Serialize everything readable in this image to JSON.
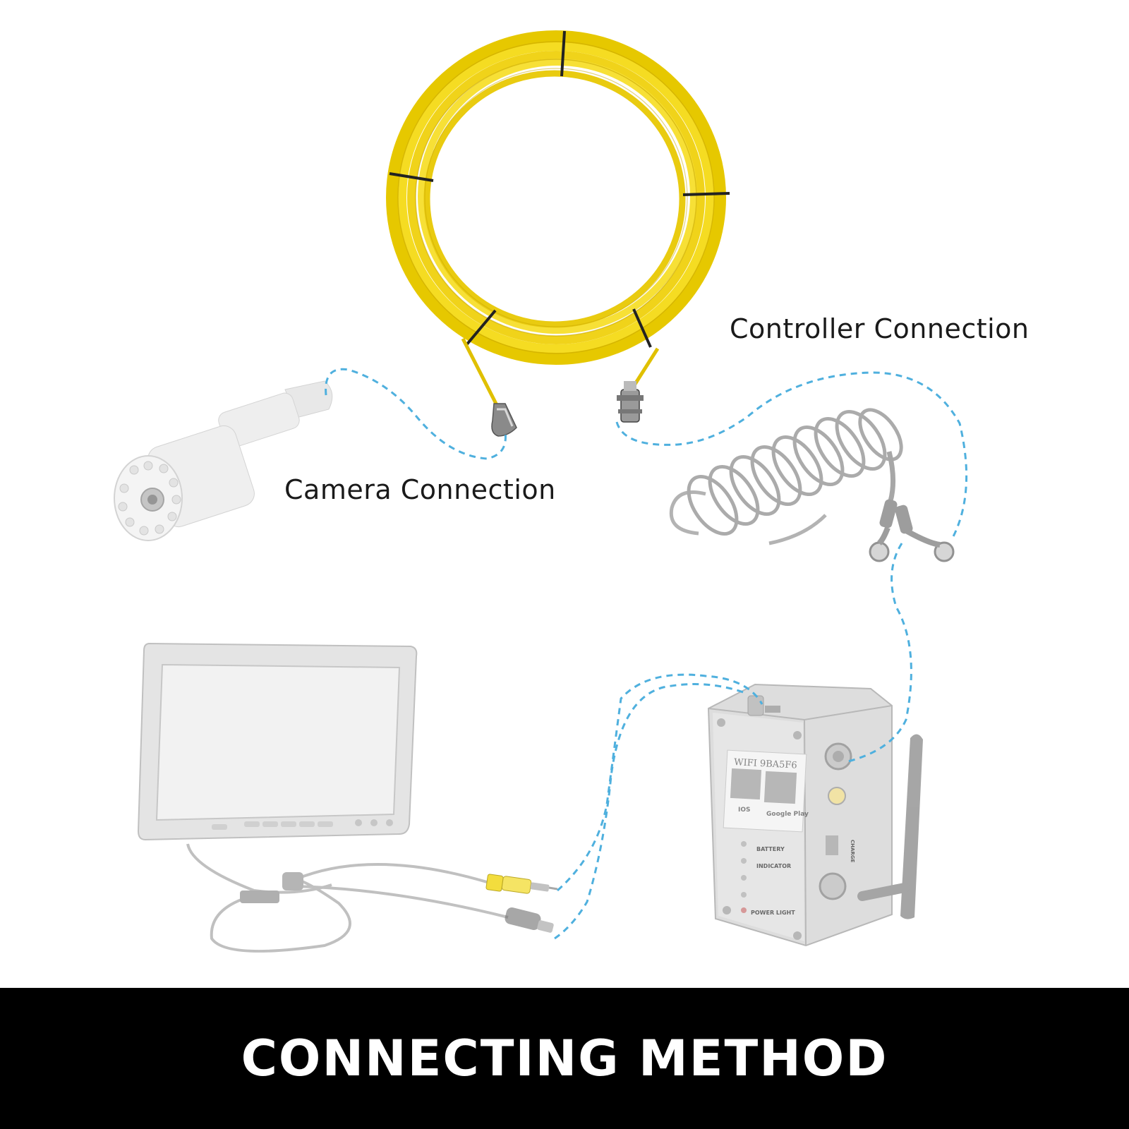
{
  "labels": {
    "camera_connection": "Camera Connection",
    "controller_connection": "Controller Connection"
  },
  "footer": {
    "title": "CONNECTING METHOD"
  },
  "controller_box": {
    "wifi_label": "WIFI 9BA5F6",
    "ios_label": "IOS",
    "google_play_label": "Google Play",
    "battery_label": "BATTERY",
    "indicator_label": "INDICATOR",
    "power_light_label": "POWER LIGHT",
    "charge_label": "CHARGE"
  },
  "colors": {
    "cable_yellow": "#f2d81c",
    "cable_dark": "#c9a800",
    "dashed_line": "#4fb0de",
    "device_gray": "#d8d8d8",
    "footer_bg": "#000000",
    "footer_text": "#ffffff"
  }
}
